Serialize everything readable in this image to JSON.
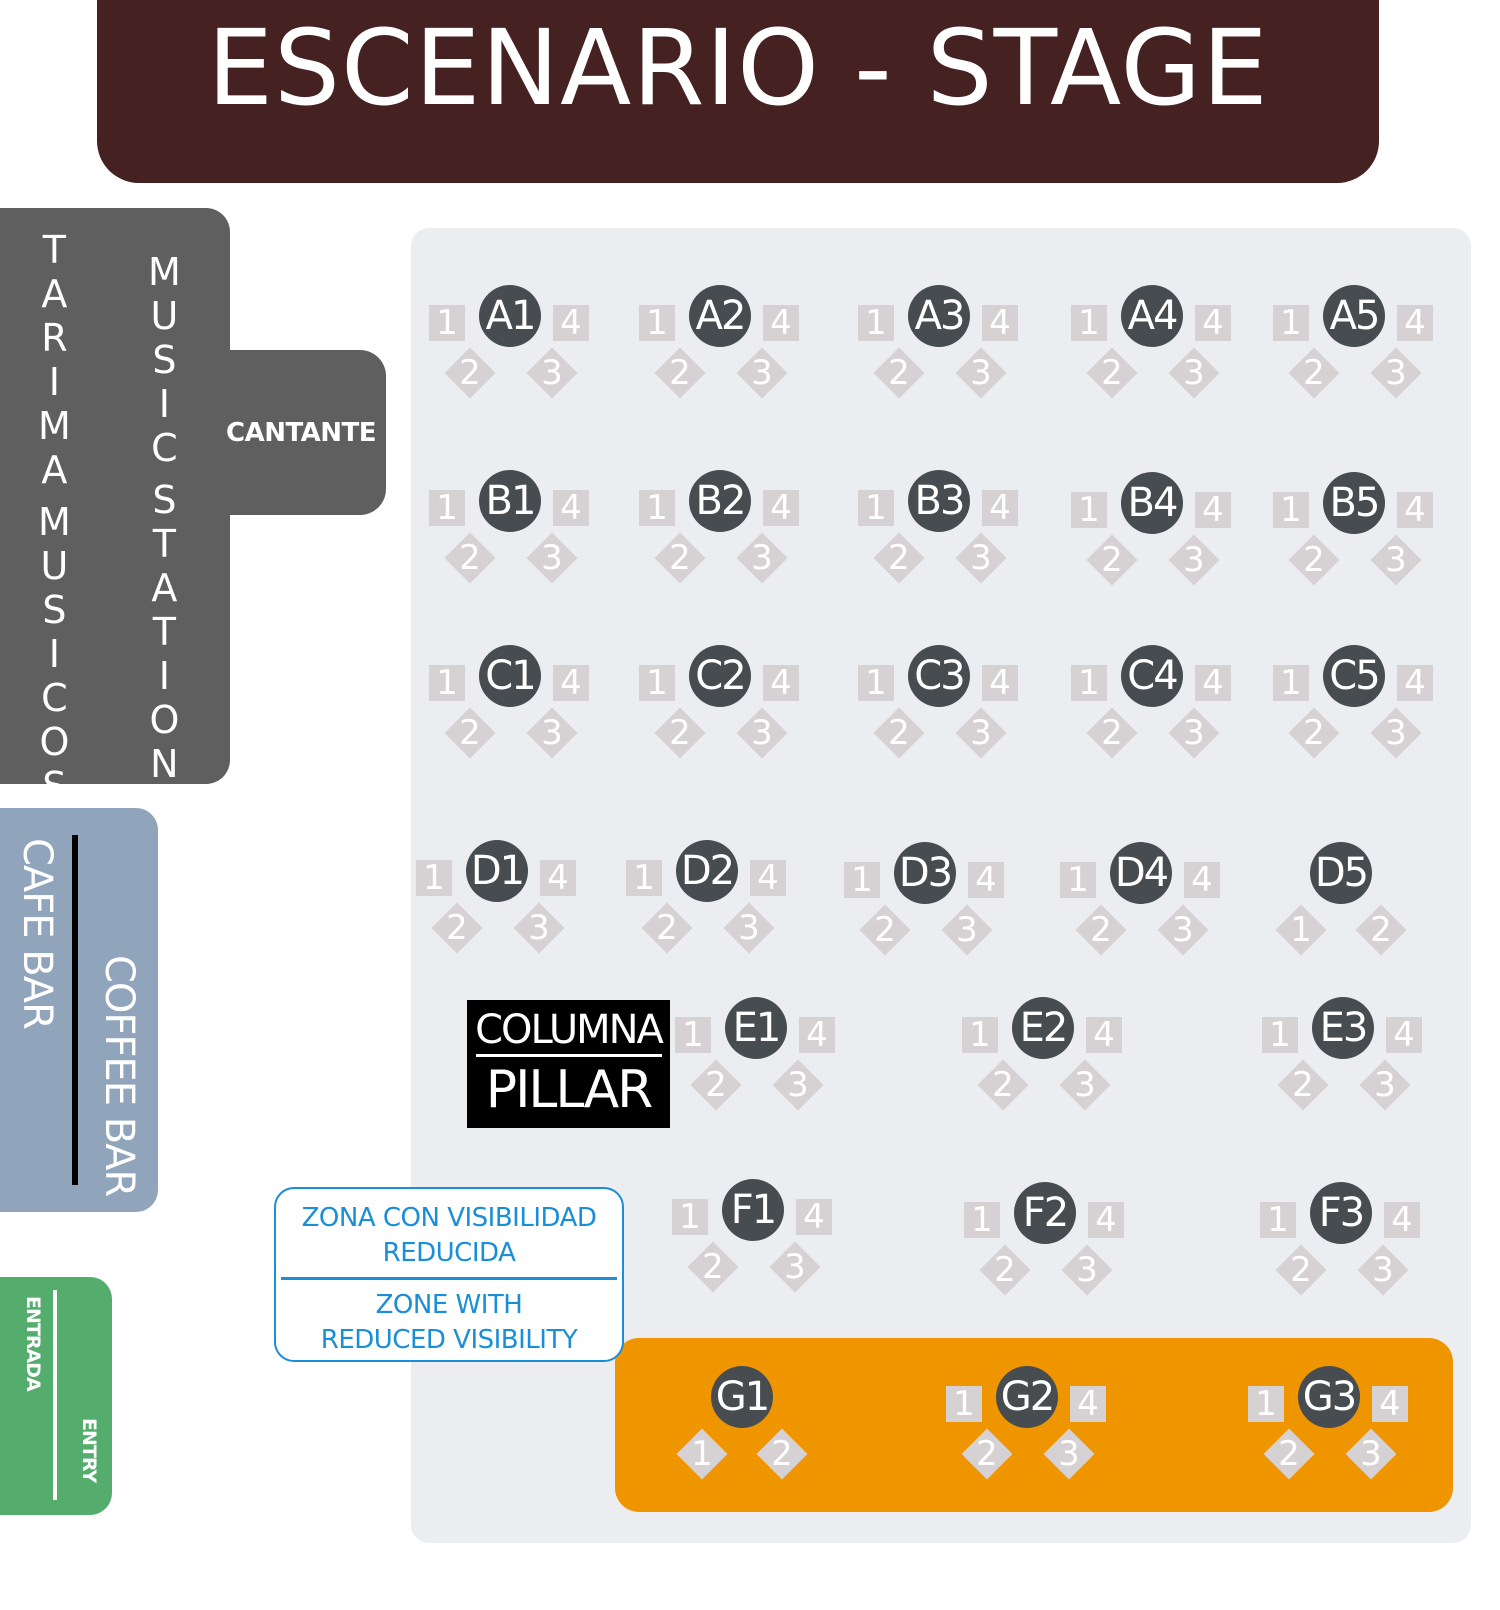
{
  "stage": {
    "label": "ESCENARIO - STAGE"
  },
  "musicians": {
    "label_es": "TARIMA MUSICOS",
    "label_en": "MUSIC STATION"
  },
  "singer": {
    "label": "CANTANTE"
  },
  "cafe": {
    "label_es": "CAFE BAR",
    "label_en": "COFFEE BAR"
  },
  "entry": {
    "label_es": "ENTRADA",
    "label_en": "ENTRY"
  },
  "pillar": {
    "label_es": "COLUMNA",
    "label_en": "PILLAR"
  },
  "zone": {
    "label_es": "ZONA CON VISIBILIDAD REDUCIDA",
    "label_en": "ZONE WITH REDUCED VISIBILITY"
  },
  "colors": {
    "stage": "#452221",
    "musicians": "#5f5f5f",
    "cafe": "#90a5bb",
    "entry": "#54ad6c",
    "floor": "#ecedf1",
    "premium": "#ef9500",
    "table": "#474c50",
    "seat": "#d6d1d2",
    "zone_border": "#1a8ed6"
  },
  "tables": [
    {
      "id": "A1",
      "seats": [
        "1",
        "4",
        "2",
        "3"
      ]
    },
    {
      "id": "A2",
      "seats": [
        "1",
        "4",
        "2",
        "3"
      ]
    },
    {
      "id": "A3",
      "seats": [
        "1",
        "4",
        "2",
        "3"
      ]
    },
    {
      "id": "A4",
      "seats": [
        "1",
        "4",
        "2",
        "3"
      ]
    },
    {
      "id": "A5",
      "seats": [
        "1",
        "4",
        "2",
        "3"
      ]
    },
    {
      "id": "B1",
      "seats": [
        "1",
        "4",
        "2",
        "3"
      ]
    },
    {
      "id": "B2",
      "seats": [
        "1",
        "4",
        "2",
        "3"
      ]
    },
    {
      "id": "B3",
      "seats": [
        "1",
        "4",
        "2",
        "3"
      ]
    },
    {
      "id": "B4",
      "seats": [
        "1",
        "4",
        "2",
        "3"
      ]
    },
    {
      "id": "B5",
      "seats": [
        "1",
        "4",
        "2",
        "3"
      ]
    },
    {
      "id": "C1",
      "seats": [
        "1",
        "4",
        "2",
        "3"
      ]
    },
    {
      "id": "C2",
      "seats": [
        "1",
        "4",
        "2",
        "3"
      ]
    },
    {
      "id": "C3",
      "seats": [
        "1",
        "4",
        "2",
        "3"
      ]
    },
    {
      "id": "C4",
      "seats": [
        "1",
        "4",
        "2",
        "3"
      ]
    },
    {
      "id": "C5",
      "seats": [
        "1",
        "4",
        "2",
        "3"
      ]
    },
    {
      "id": "D1",
      "seats": [
        "1",
        "4",
        "2",
        "3"
      ]
    },
    {
      "id": "D2",
      "seats": [
        "1",
        "4",
        "2",
        "3"
      ]
    },
    {
      "id": "D3",
      "seats": [
        "1",
        "4",
        "2",
        "3"
      ]
    },
    {
      "id": "D4",
      "seats": [
        "1",
        "4",
        "2",
        "3"
      ]
    },
    {
      "id": "D5",
      "seats": [
        "1",
        "2"
      ]
    },
    {
      "id": "E1",
      "seats": [
        "1",
        "4",
        "2",
        "3"
      ]
    },
    {
      "id": "E2",
      "seats": [
        "1",
        "4",
        "2",
        "3"
      ]
    },
    {
      "id": "E3",
      "seats": [
        "1",
        "4",
        "2",
        "3"
      ]
    },
    {
      "id": "F1",
      "seats": [
        "1",
        "4",
        "2",
        "3"
      ]
    },
    {
      "id": "F2",
      "seats": [
        "1",
        "4",
        "2",
        "3"
      ]
    },
    {
      "id": "F3",
      "seats": [
        "1",
        "4",
        "2",
        "3"
      ]
    },
    {
      "id": "G1",
      "seats": [
        "1",
        "2"
      ]
    },
    {
      "id": "G2",
      "seats": [
        "1",
        "4",
        "2",
        "3"
      ]
    },
    {
      "id": "G3",
      "seats": [
        "1",
        "4",
        "2",
        "3"
      ]
    }
  ]
}
